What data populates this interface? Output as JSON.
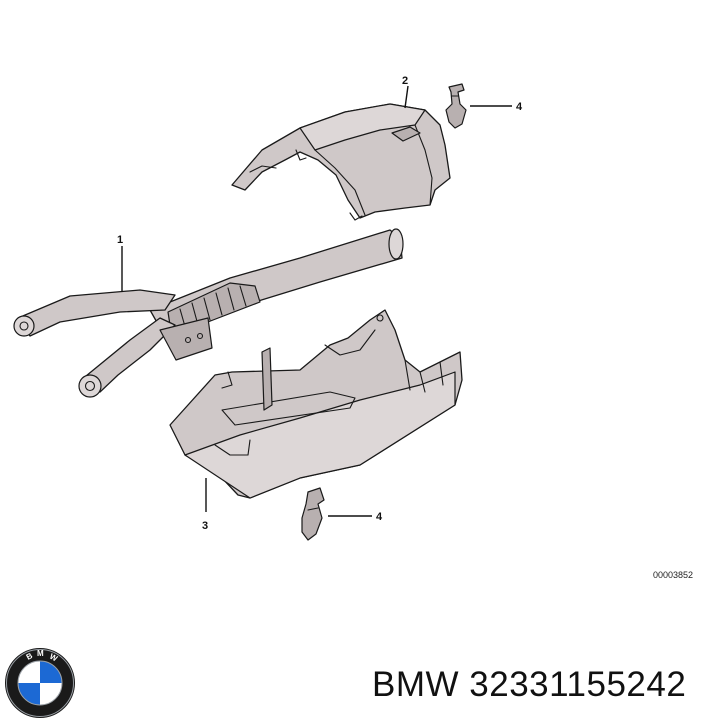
{
  "diagram": {
    "callouts": [
      "1",
      "2",
      "3",
      "4",
      "4"
    ],
    "diagram_number": "00003852"
  },
  "logo": {
    "lettering": "BMW",
    "colors": {
      "blue": "#1c69d4",
      "white": "#ffffff",
      "ring": "#1a1a1a",
      "silver": "#9aa0a6"
    }
  },
  "caption": {
    "brand": "BMW",
    "part_number": "32331155242"
  }
}
